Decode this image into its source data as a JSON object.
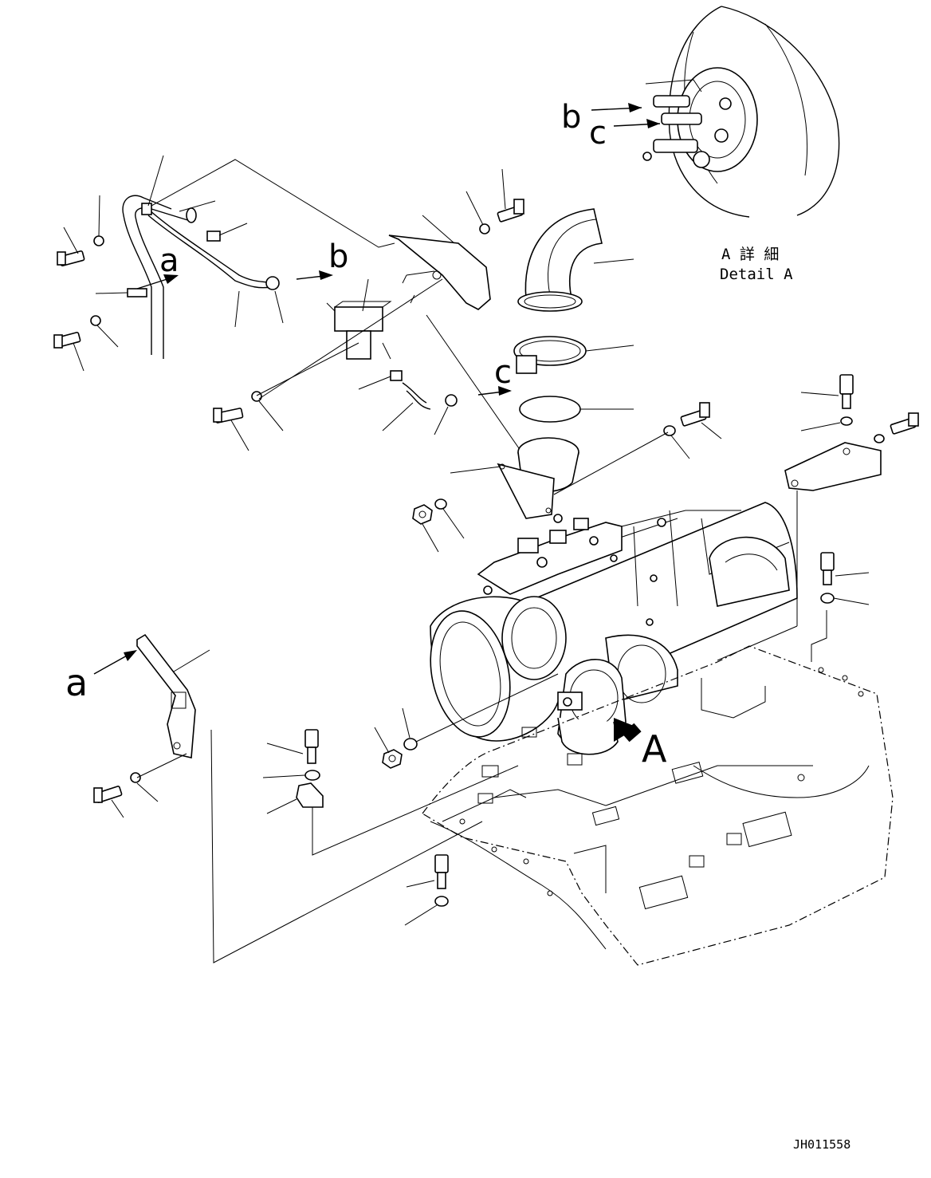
{
  "diagram": {
    "letter_labels": {
      "detail_b": "b",
      "detail_c": "c",
      "hose_a": "a",
      "hose_b": "b",
      "pipe_c": "c",
      "bracket_a": "a",
      "view_A": "A"
    },
    "detail_caption": {
      "jp": "A 詳 細",
      "en": "Detail A"
    },
    "drawing_code": "JH011558"
  }
}
